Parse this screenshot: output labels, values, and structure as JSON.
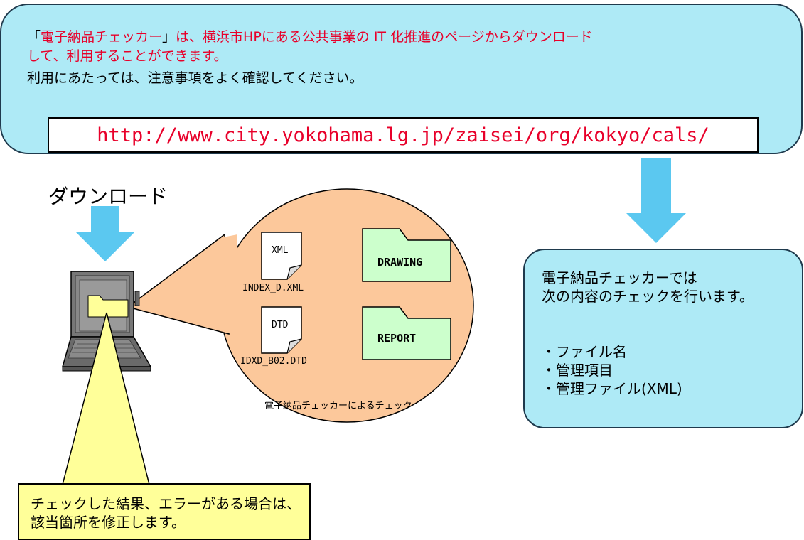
{
  "top_panel": {
    "line1_red": "電子納品チェッカー",
    "line1_open": "「",
    "line1_close": "」",
    "line1_rest": "は、横浜市HPにある公共事業の IT 化推進のページからダウンロード",
    "line2": "して、利用することができます。",
    "line3": "利用にあたっては、注意事項をよく確認してください。",
    "url": "http://www.city.yokohama.lg.jp/zaisei/org/kokyo/cals/"
  },
  "download_label": "ダウンロード",
  "circle": {
    "xml_file": {
      "icon_text": "XML",
      "name": "INDEX_D.XML"
    },
    "dtd_file": {
      "icon_text": "DTD",
      "name": "IDXD_B02.DTD"
    },
    "folders": [
      "DRAWING",
      "REPORT"
    ],
    "caption": "電子納品チェッカーによるチェック"
  },
  "info_box": {
    "line1": "電子納品チェッカーでは",
    "line2": "次の内容のチェックを行います。",
    "items": [
      "・ファイル名",
      "・管理項目",
      "・管理ファイル(XML)"
    ]
  },
  "note_box": {
    "line1": "チェックした結果、エラーがある場合は、",
    "line2": "該当箇所を修正します。"
  },
  "colors": {
    "panel_fill": "#aeeaf6",
    "arrow_fill": "#5bc8f0",
    "circle_fill": "#fcc89b",
    "note_fill": "#ffff99",
    "folder_fill": "#ccffcc",
    "accent_red": "#e8002a"
  }
}
